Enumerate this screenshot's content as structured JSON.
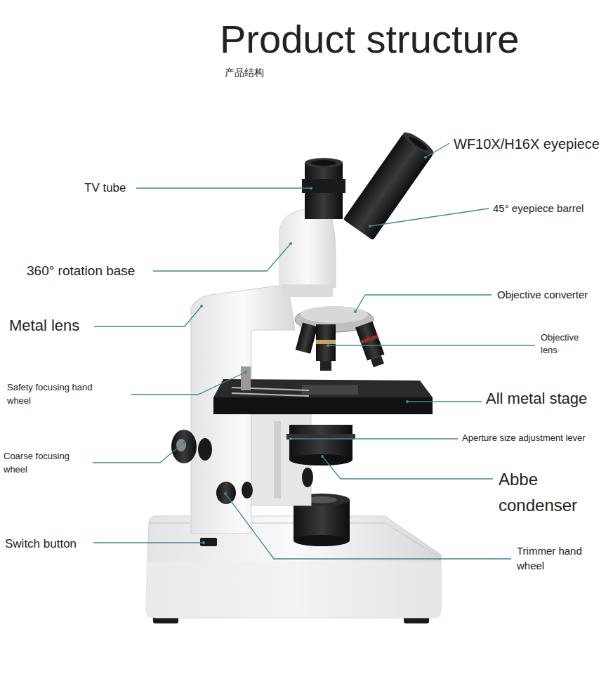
{
  "diagram": {
    "title": "Product structure",
    "labels": [
      "产品结构",
      "WF10X/H16X eyepiece",
      "TV tube",
      "45° eyepiece barrel",
      "360° rotation base",
      "Objective converter",
      "Metal lens",
      "Objective lens",
      "Safety focusing hand wheel",
      "All metal stage",
      "Aperture size adjustment lever",
      "Coarse focusing wheel",
      "Abbe condenser",
      "Switch button",
      "Trimmer hand wheel"
    ]
  }
}
